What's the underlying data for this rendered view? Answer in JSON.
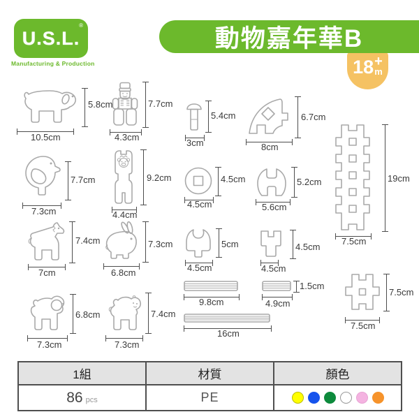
{
  "logo": {
    "brand": "U.S.L.",
    "registered": "®",
    "tagline": "Manufacturing & Production"
  },
  "banner": {
    "title": "動物嘉年華B"
  },
  "age_badge": {
    "number": "18",
    "plus": "+",
    "unit": "m"
  },
  "dims": {
    "dog1": {
      "name": "dog",
      "w": "10.5cm",
      "h": "5.8cm"
    },
    "robot": {
      "name": "soldier-figure",
      "w": "4.3cm",
      "h": "7.7cm"
    },
    "peg": {
      "name": "mushroom-peg",
      "w": "3cm",
      "h": "5.4cm"
    },
    "quarter": {
      "name": "quarter-arc",
      "w": "8cm",
      "h": "6.7cm"
    },
    "strip": {
      "name": "waffle-strip",
      "w": "7.5cm",
      "h": "19cm"
    },
    "duck": {
      "name": "duck",
      "w": "7.3cm",
      "h": "7.7cm"
    },
    "bear": {
      "name": "bear-figure",
      "w": "4.4cm",
      "h": "9.2cm"
    },
    "coin": {
      "name": "coin-disc",
      "w": "4.5cm",
      "h": "4.5cm"
    },
    "wrench": {
      "name": "notched-block",
      "w": "5.6cm",
      "h": "5.2cm"
    },
    "horse": {
      "name": "horse",
      "w": "7cm",
      "h": "7.4cm"
    },
    "rabbit": {
      "name": "rabbit",
      "w": "6.8cm",
      "h": "7.3cm"
    },
    "ucap": {
      "name": "u-notch-cap",
      "w": "4.5cm",
      "h": "5cm"
    },
    "tblock": {
      "name": "y-block",
      "w": "4.5cm",
      "h": "4.5cm"
    },
    "dog2": {
      "name": "puppy",
      "w": "7.3cm",
      "h": "6.8cm"
    },
    "monkey": {
      "name": "monkey",
      "w": "7.3cm",
      "h": "7.4cm"
    },
    "stick_long": {
      "name": "stick",
      "w": "9.8cm"
    },
    "stick_short": {
      "name": "stick",
      "w": "4.9cm",
      "h": "1.5cm"
    },
    "stick_xl": {
      "name": "stick",
      "w": "16cm"
    },
    "hash": {
      "name": "hash-block",
      "w": "7.5cm",
      "h": "7.5cm"
    }
  },
  "table": {
    "headers": [
      "1組",
      "材質",
      "顏色"
    ],
    "quantity": "86",
    "quantity_unit": "pcs",
    "material": "PE",
    "colors": [
      {
        "name": "yellow",
        "hex": "#FFFF00",
        "border": "#BDBD00"
      },
      {
        "name": "blue",
        "hex": "#1653EC",
        "border": "#1653EC"
      },
      {
        "name": "green",
        "hex": "#0D8A3C",
        "border": "#0D8A3C"
      },
      {
        "name": "white",
        "hex": "#FFFFFF",
        "border": "#999999"
      },
      {
        "name": "pink",
        "hex": "#F4B3E1",
        "border": "#E8A3D4"
      },
      {
        "name": "orange",
        "hex": "#F6932B",
        "border": "#F6932B"
      }
    ]
  },
  "theme": {
    "green": "#6CB92C",
    "badge_orange": "#F5C263",
    "outline_gray": "#A9A9A9",
    "dim_line": "#4D4D4D"
  }
}
